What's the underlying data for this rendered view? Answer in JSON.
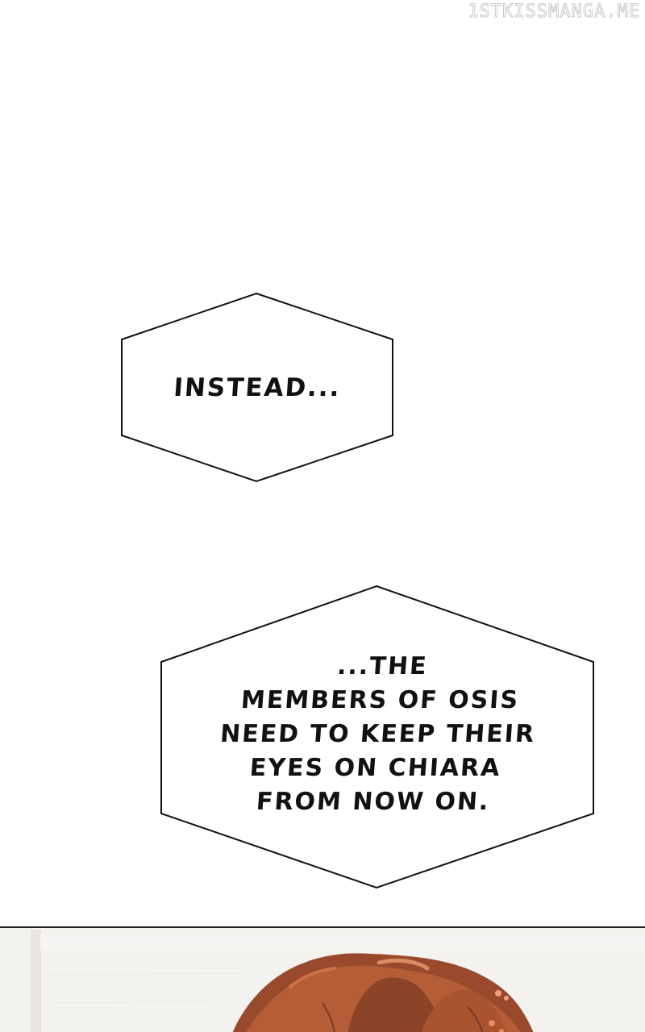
{
  "watermark": {
    "text": "1STKISSMANGA.ME"
  },
  "bubbles": [
    {
      "id": "bubble-instead",
      "text": "INSTEAD..."
    },
    {
      "id": "bubble-members",
      "text": "...THE\nMEMBERS OF OSIS\nNEED TO KEEP THEIR\nEYES ON CHIARA\nFROM NOW ON."
    }
  ],
  "colors": {
    "background": "#ffffff",
    "ink": "#111111",
    "panel_wall": "#f3f1ee",
    "hair_dark": "#8c4428",
    "hair_mid": "#b5613a",
    "hair_light": "#d98a5e",
    "hair_highlight": "#f0a07a"
  }
}
